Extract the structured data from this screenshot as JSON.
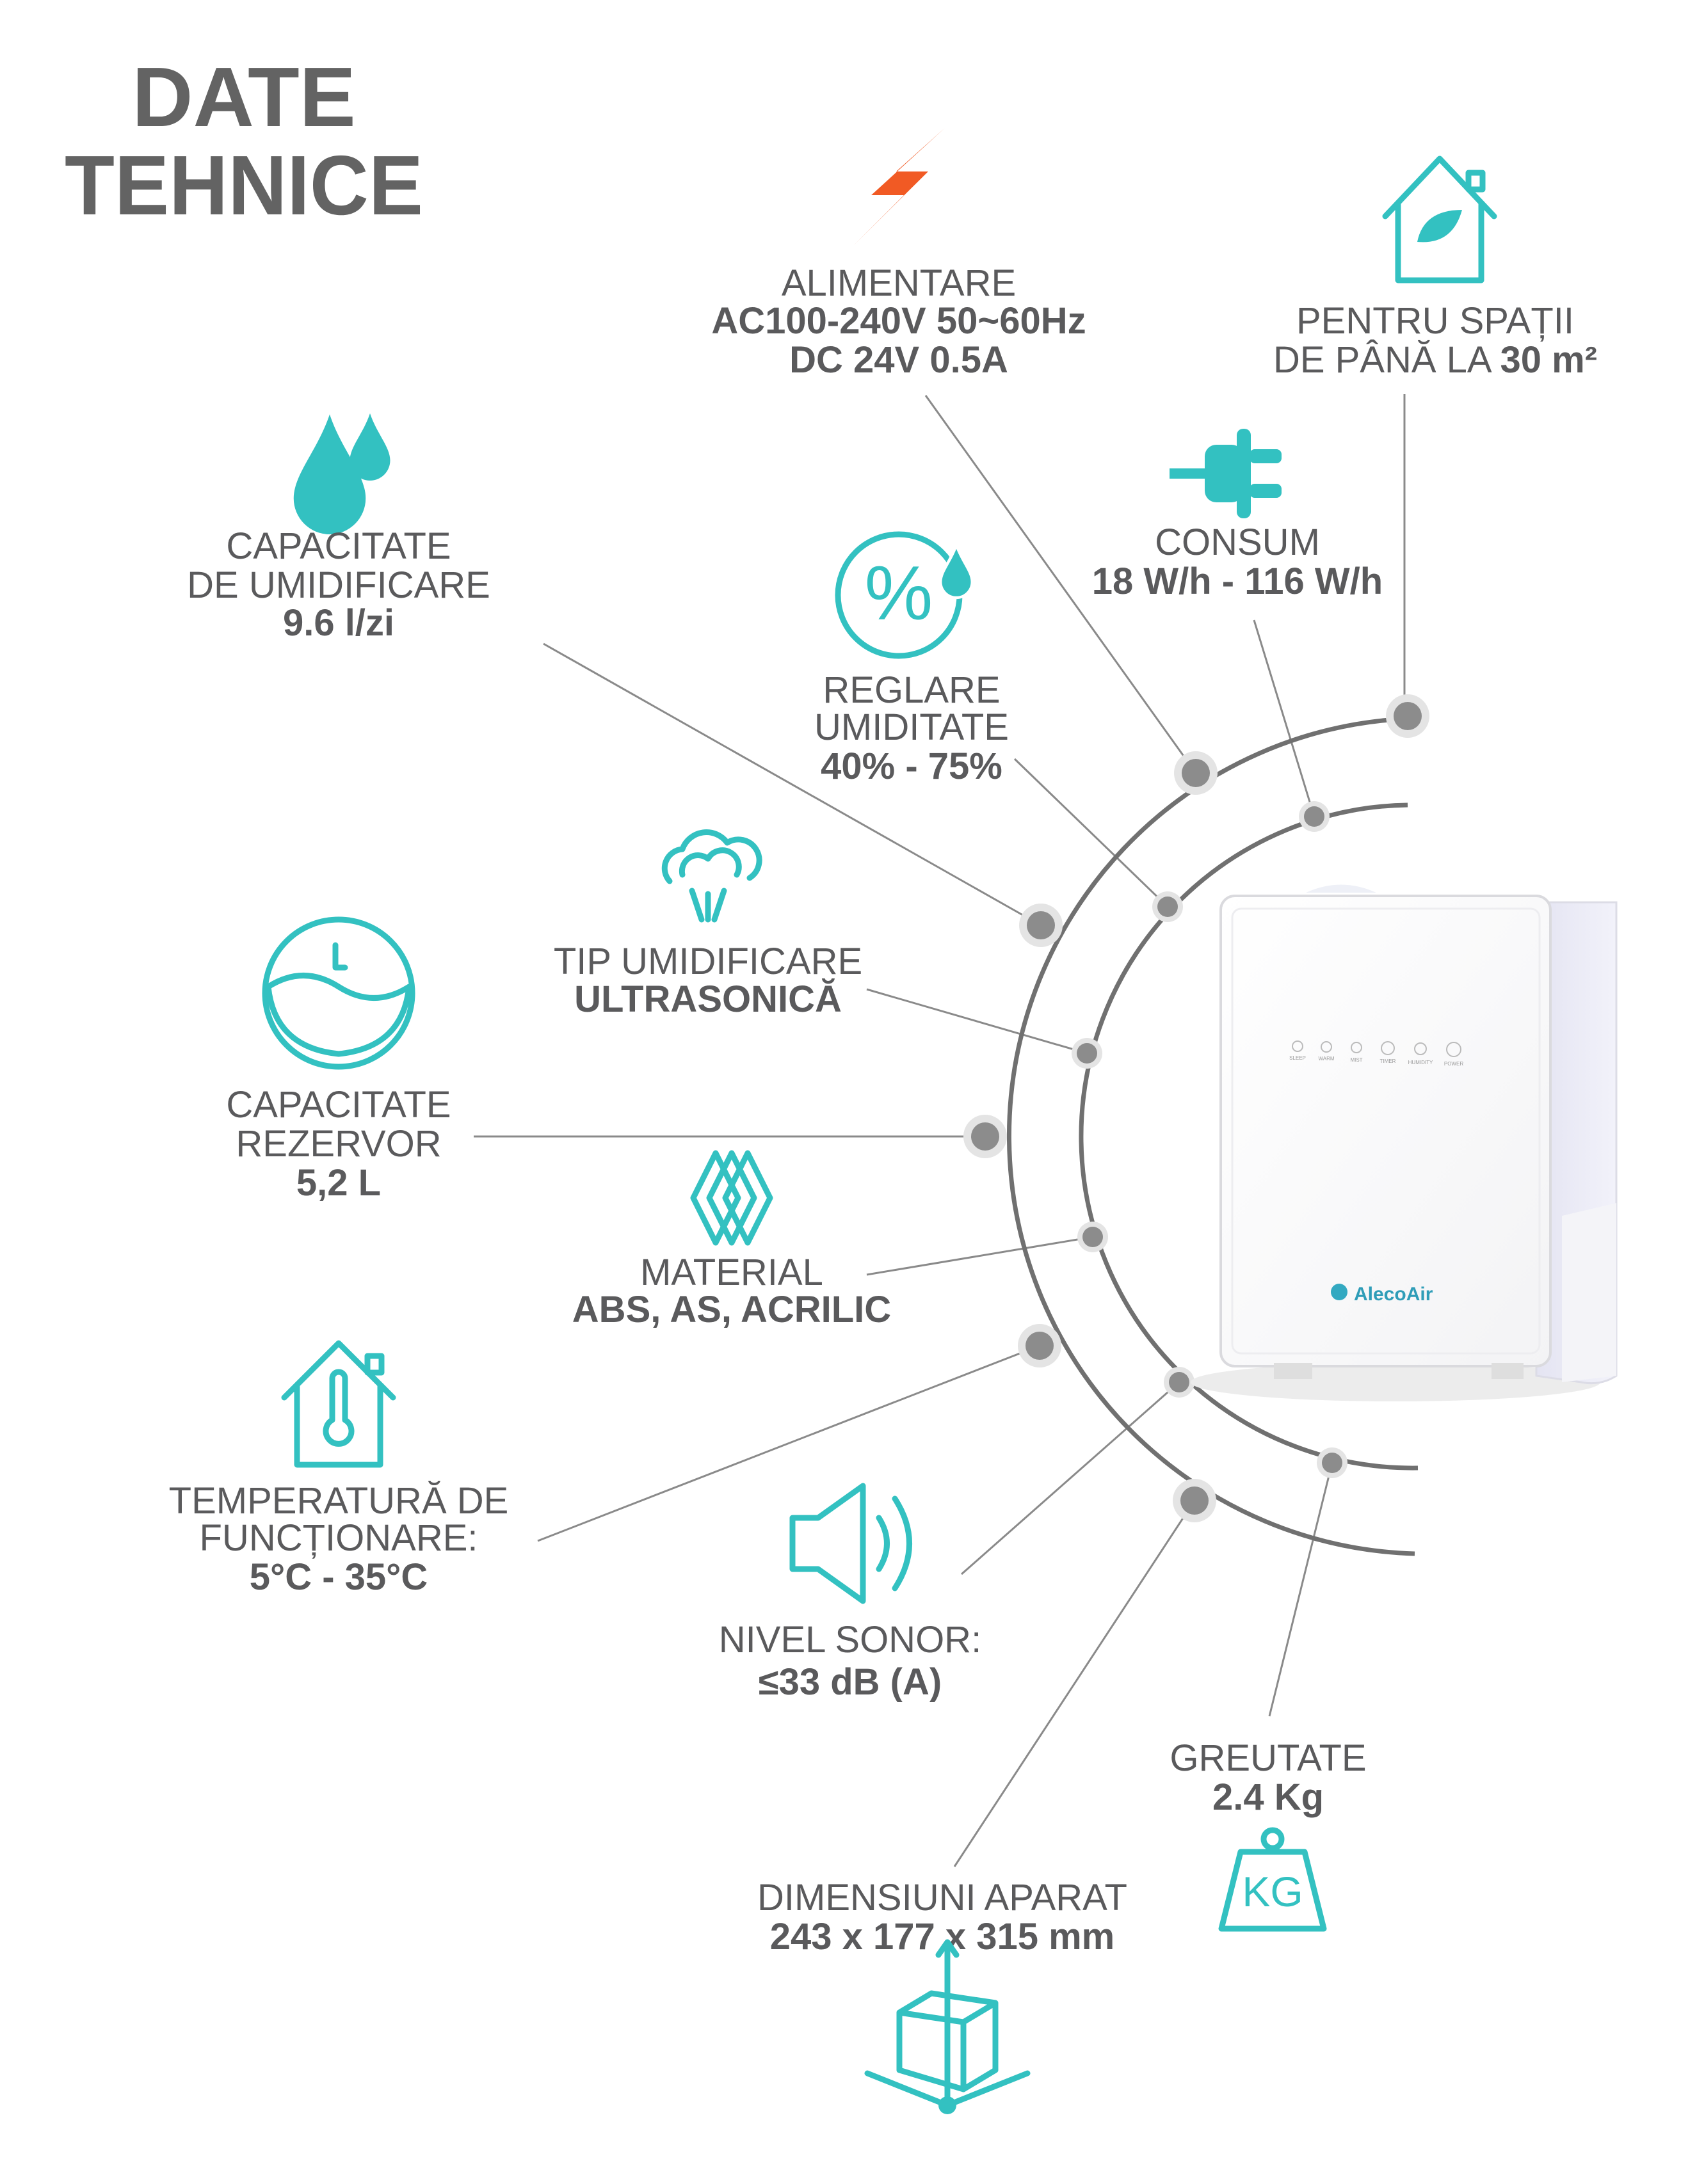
{
  "title": {
    "line1": "DATE",
    "line2": "TEHNICE"
  },
  "specs": {
    "power_supply": {
      "label": "ALIMENTARE",
      "value1": "AC100-240V 50~60Hz",
      "value2": "DC 24V 0.5A"
    },
    "room_size": {
      "label1": "PENTRU SPAȚII",
      "label2": "DE PÂNĂ LA ",
      "value": "30 m²"
    },
    "humidification_capacity": {
      "label1": "CAPACITATE",
      "label2": "DE UMIDIFICARE",
      "value": "9.6 l/zi"
    },
    "consumption": {
      "label": "CONSUM",
      "value": "18 W/h - 116 W/h"
    },
    "humidity_setting": {
      "label1": "REGLARE",
      "label2": "UMIDITATE",
      "value": "40% - 75%"
    },
    "humidification_type": {
      "label": "TIP UMIDIFICARE",
      "value": "ULTRASONICĂ"
    },
    "tank_capacity": {
      "label1": "CAPACITATE",
      "label2": "REZERVOR",
      "value": "5,2 L"
    },
    "material": {
      "label": "MATERIAL",
      "value": "ABS, AS, ACRILIC"
    },
    "operating_temperature": {
      "label1": "TEMPERATURĂ DE",
      "label2": "FUNCȚIONARE:",
      "value": "5°C - 35°C"
    },
    "noise_level": {
      "label": "NIVEL SONOR:",
      "value": "≤33 dB (A)"
    },
    "weight": {
      "label": "GREUTATE",
      "value": "2.4 Kg",
      "icon_text": "KG"
    },
    "dimensions": {
      "label": "DIMENSIUNI APARAT",
      "value": "243 x 177 x 315 mm"
    }
  },
  "device": {
    "brand": "AlecoAir",
    "buttons": [
      "SLEEP",
      "WARM",
      "MIST",
      "TIMER",
      "HUMIDITY",
      "POWER"
    ]
  },
  "colors": {
    "accent": "#33c1c1",
    "bolt": "#f15a24",
    "text": "#5a5a5c"
  }
}
